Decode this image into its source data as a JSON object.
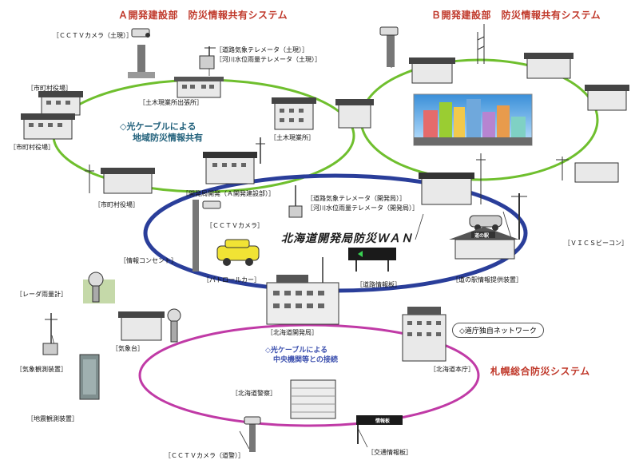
{
  "colors": {
    "green_ring": "#6fbf2e",
    "blue_ring": "#2a3e9a",
    "pink_ring": "#c03aa6",
    "title_red": "#c0392b",
    "caption_teal": "#1f5f7a"
  },
  "titles": {
    "system_a": "Ａ開発建設部　防災情報共有システム",
    "system_b": "Ｂ開発建設部　防災情報共有システム",
    "wan": "北海道開発局防災ＷＡＮ",
    "sapporo": "札幌総合防災システム"
  },
  "captions": {
    "green_ring_line1": "◇光ケーブルによる",
    "green_ring_line2": "地域防災情報共有",
    "pink_ring_line1": "◇光ケーブルによる",
    "pink_ring_line2": "中央機関等との接続",
    "prefecture_network": "◇道庁独自ネットワーク"
  },
  "labels": {
    "cctv_tl": "［ＣＣＴＶカメラ（土現）］",
    "road_tele_tl": "［道路気象テレメータ（土現）］",
    "river_tele_tl": "［河川水位雨量テレメータ（土現）］",
    "municipal_1": "［市町村役場］",
    "municipal_2": "［市町村役場］",
    "municipal_3": "［市町村役場］",
    "doboku_branch": "［土木現業所出張所］",
    "doboku": "［土木現業所］",
    "kaihatsu_a": "［開発局開発（Ａ開発建設部）］",
    "road_tele_k": "［道路気象テレメータ（開発局）］",
    "river_tele_k": "［河川水位雨量テレメータ（開発局）］",
    "cctv_mid": "［ＣＣＴＶカメラ］",
    "info_outlet": "［情報コンセント］",
    "patrol_car": "［パトロールカー］",
    "road_info_board": "［道路情報板］",
    "vics": "［ＶＩＣＳビーコン］",
    "michi_no_eki": "［道の駅情報提供装置］",
    "radar": "［レーダ雨量計］",
    "weather_obs": "［気象観測装置］",
    "jma": "［気象台］",
    "earthquake": "［地震観測装置］",
    "hokkaido_kaihatsu": "［北海道開発局］",
    "hokkaido_honcho": "［北海道本庁］",
    "police": "［北海道警察］",
    "cctv_police": "［ＣＣＴＶカメラ（道警）］",
    "traffic_board": "［交通情報板］"
  },
  "signs": {
    "michi_no_eki_roof": "道の駅",
    "traffic_board_text": "情報板"
  },
  "icons": [
    "camera-pole-icon",
    "antenna-mast-icon",
    "building-icon",
    "government-office-icon",
    "car-icon",
    "radar-dome-icon",
    "cabinet-icon",
    "signal-tower-icon",
    "led-board-icon"
  ]
}
